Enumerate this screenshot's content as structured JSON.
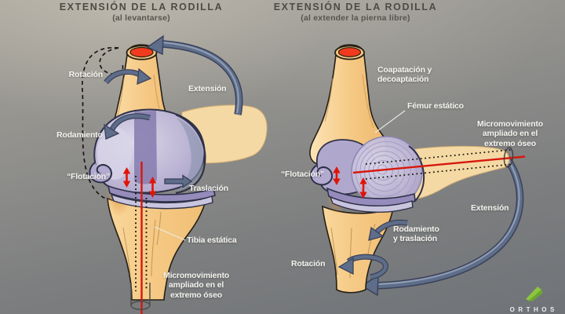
{
  "panels": {
    "left": {
      "title": "EXTENSIÓN DE LA RODILLA",
      "subtitle": "(al levantarse)",
      "labels": {
        "rotacion": "Rotación",
        "extension": "Extensión",
        "rodamiento": "Rodamiento",
        "flotacion": "“Flotación”",
        "traslacion": "Traslación",
        "tibia_estatica": "Tibia estática",
        "micromovimiento": "Micromovimiento\nampliado en el\nextremo óseo"
      }
    },
    "right": {
      "title": "EXTENSIÓN DE LA RODILLA",
      "subtitle": "(al extender la pierna libre)",
      "labels": {
        "coaptacion": "Coapatación y\ndecoaptación",
        "femur_estatico": "Fémur estático",
        "micromovimiento": "Micromovimiento\nampliado en el\nextremo óseo",
        "flotacion": "“Flotación”",
        "extension": "Extensión",
        "rodamiento_traslacion": "Rodamiento\ny traslación",
        "rotacion": "Rotación"
      }
    }
  },
  "logo": {
    "name": "ORTHOS"
  },
  "colors": {
    "background_top": "#aba79e",
    "background_bottom": "#6f7378",
    "bone": "#f5c883",
    "bone_light": "#fce4b6",
    "bone_ghost": "#f8dca6",
    "cartilage": "#c1bbd8",
    "cartilage_dark": "#8a80b1",
    "arrow_grey": "#5e6d89",
    "marker_red": "#d8170c",
    "bone_cut_red": "#f23b1e",
    "label_text": "#f4f3ee",
    "title_text": "#4b4a43",
    "logo_green": "#8cc63e"
  }
}
